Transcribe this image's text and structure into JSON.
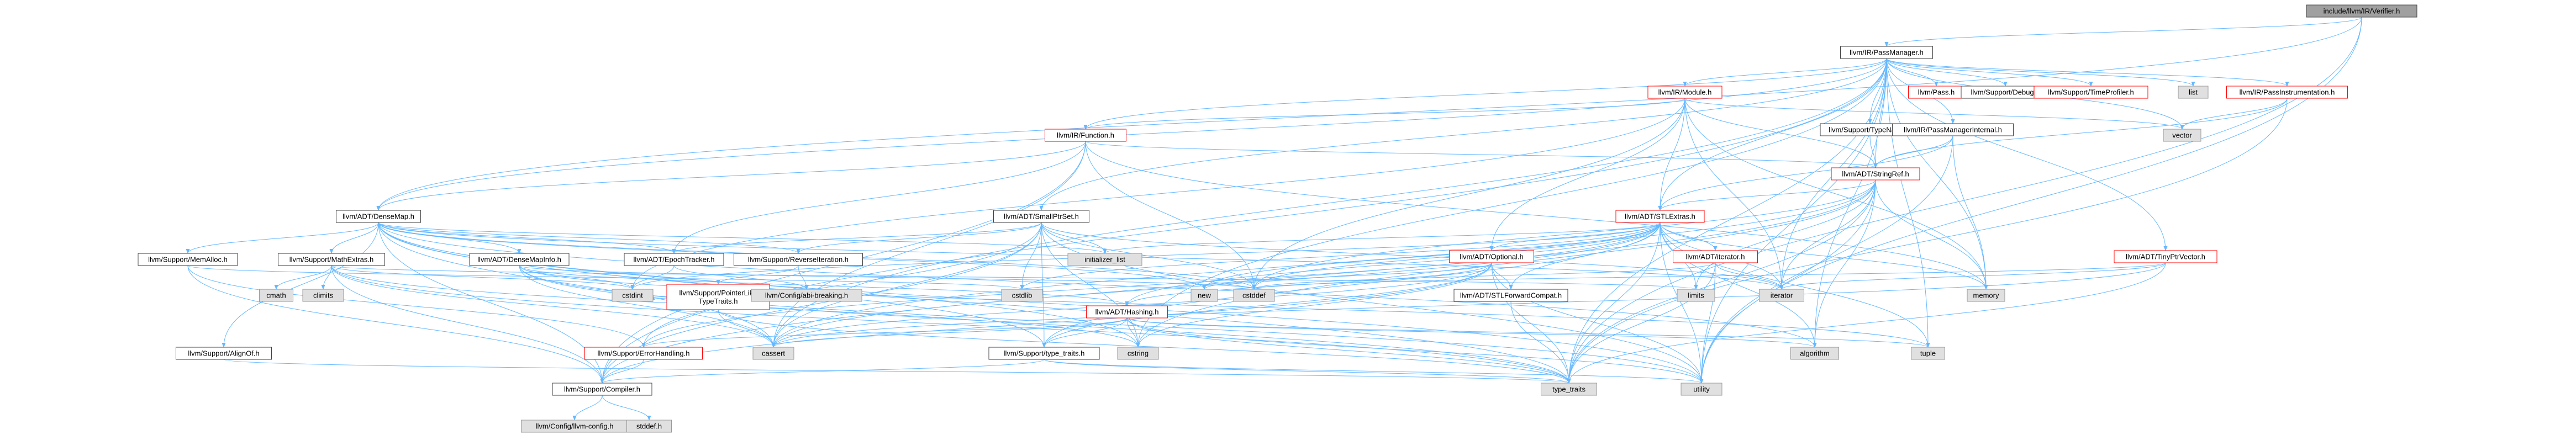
{
  "graph": {
    "nodes": [
      {
        "id": "verifier",
        "label": "include/llvm/IR/Verifier.h",
        "style": "root"
      },
      {
        "id": "passmanager",
        "label": "llvm/IR/PassManager.h",
        "style": "normal"
      },
      {
        "id": "densemap",
        "label": "llvm/ADT/DenseMap.h",
        "style": "normal"
      },
      {
        "id": "module",
        "label": "llvm/IR/Module.h",
        "style": "red"
      },
      {
        "id": "pass",
        "label": "llvm/Pass.h",
        "style": "red"
      },
      {
        "id": "debug",
        "label": "llvm/Support/Debug.h",
        "style": "normal"
      },
      {
        "id": "timeprofiler",
        "label": "llvm/Support/TimeProfiler.h",
        "style": "red"
      },
      {
        "id": "list",
        "label": "list",
        "style": "external"
      },
      {
        "id": "passinstr",
        "label": "llvm/IR/PassInstrumentation.h",
        "style": "red"
      },
      {
        "id": "function",
        "label": "llvm/IR/Function.h",
        "style": "red"
      },
      {
        "id": "vector",
        "label": "vector",
        "style": "external"
      },
      {
        "id": "typename",
        "label": "llvm/Support/TypeName.h",
        "style": "normal"
      },
      {
        "id": "pmi",
        "label": "llvm/IR/PassManagerInternal.h",
        "style": "normal"
      },
      {
        "id": "stringref",
        "label": "llvm/ADT/StringRef.h",
        "style": "red"
      },
      {
        "id": "smallptrset",
        "label": "llvm/ADT/SmallPtrSet.h",
        "style": "normal"
      },
      {
        "id": "stlextras",
        "label": "llvm/ADT/STLExtras.h",
        "style": "red"
      },
      {
        "id": "tinyptrvector",
        "label": "llvm/ADT/TinyPtrVector.h",
        "style": "red"
      },
      {
        "id": "optional",
        "label": "llvm/ADT/Optional.h",
        "style": "red"
      },
      {
        "id": "iterator_h",
        "label": "llvm/ADT/iterator.h",
        "style": "red"
      },
      {
        "id": "hashing",
        "label": "llvm/ADT/Hashing.h",
        "style": "red"
      },
      {
        "id": "memalloc",
        "label": "llvm/Support/MemAlloc.h",
        "style": "normal"
      },
      {
        "id": "mathextras",
        "label": "llvm/Support/MathExtras.h",
        "style": "normal"
      },
      {
        "id": "densemapinfo",
        "label": "llvm/ADT/DenseMapInfo.h",
        "style": "normal"
      },
      {
        "id": "epoch",
        "label": "llvm/ADT/EpochTracker.h",
        "style": "normal"
      },
      {
        "id": "reverseiter",
        "label": "llvm/Support/ReverseIteration.h",
        "style": "normal"
      },
      {
        "id": "initlist",
        "label": "initializer_list",
        "style": "external"
      },
      {
        "id": "ptrlike",
        "label": "llvm/Support/PointerLike\nTypeTraits.h",
        "style": "red"
      },
      {
        "id": "abibreak",
        "label": "llvm/Config/abi-breaking.h",
        "style": "external"
      },
      {
        "id": "cmath",
        "label": "cmath",
        "style": "external"
      },
      {
        "id": "climits",
        "label": "climits",
        "style": "external"
      },
      {
        "id": "cstdint",
        "label": "cstdint",
        "style": "external"
      },
      {
        "id": "cstdlib",
        "label": "cstdlib",
        "style": "external"
      },
      {
        "id": "new",
        "label": "new",
        "style": "external"
      },
      {
        "id": "cstddef",
        "label": "cstddef",
        "style": "external"
      },
      {
        "id": "limits",
        "label": "limits",
        "style": "external"
      },
      {
        "id": "stlfwd",
        "label": "llvm/ADT/STLForwardCompat.h",
        "style": "normal"
      },
      {
        "id": "iterator",
        "label": "iterator",
        "style": "external"
      },
      {
        "id": "memory",
        "label": "memory",
        "style": "external"
      },
      {
        "id": "alignof",
        "label": "llvm/Support/AlignOf.h",
        "style": "normal"
      },
      {
        "id": "errorhandling",
        "label": "llvm/Support/ErrorHandling.h",
        "style": "red"
      },
      {
        "id": "cassert",
        "label": "cassert",
        "style": "external"
      },
      {
        "id": "typetraits_llvm",
        "label": "llvm/Support/type_traits.h",
        "style": "normal"
      },
      {
        "id": "cstring",
        "label": "cstring",
        "style": "external"
      },
      {
        "id": "algorithm",
        "label": "algorithm",
        "style": "external"
      },
      {
        "id": "tuple",
        "label": "tuple",
        "style": "external"
      },
      {
        "id": "compiler",
        "label": "llvm/Support/Compiler.h",
        "style": "normal"
      },
      {
        "id": "type_traits",
        "label": "type_traits",
        "style": "external"
      },
      {
        "id": "utility",
        "label": "utility",
        "style": "external"
      },
      {
        "id": "llvmconfig",
        "label": "llvm/Config/llvm-config.h",
        "style": "external"
      },
      {
        "id": "stddef",
        "label": "stddef.h",
        "style": "external"
      }
    ],
    "edges": [
      [
        "verifier",
        "passmanager"
      ],
      [
        "verifier",
        "densemap"
      ],
      [
        "verifier",
        "type_traits"
      ],
      [
        "verifier",
        "utility"
      ],
      [
        "passmanager",
        "module"
      ],
      [
        "passmanager",
        "pass"
      ],
      [
        "passmanager",
        "debug"
      ],
      [
        "passmanager",
        "timeprofiler"
      ],
      [
        "passmanager",
        "list"
      ],
      [
        "passmanager",
        "passinstr"
      ],
      [
        "passmanager",
        "function"
      ],
      [
        "passmanager",
        "vector"
      ],
      [
        "passmanager",
        "typename"
      ],
      [
        "passmanager",
        "pmi"
      ],
      [
        "passmanager",
        "stringref"
      ],
      [
        "passmanager",
        "smallptrset"
      ],
      [
        "passmanager",
        "stlextras"
      ],
      [
        "passmanager",
        "densemap"
      ],
      [
        "passmanager",
        "tinyptrvector"
      ],
      [
        "passmanager",
        "memory"
      ],
      [
        "passmanager",
        "iterator"
      ],
      [
        "passmanager",
        "cstring"
      ],
      [
        "passmanager",
        "tuple"
      ],
      [
        "passmanager",
        "algorithm"
      ],
      [
        "passmanager",
        "compiler"
      ],
      [
        "passmanager",
        "type_traits"
      ],
      [
        "passmanager",
        "utility"
      ],
      [
        "passmanager",
        "cassert"
      ],
      [
        "module",
        "function"
      ],
      [
        "module",
        "stringref"
      ],
      [
        "module",
        "stlextras"
      ],
      [
        "module",
        "optional"
      ],
      [
        "module",
        "vector"
      ],
      [
        "module",
        "memory"
      ],
      [
        "module",
        "cstddef"
      ],
      [
        "module",
        "iterator"
      ],
      [
        "module",
        "cstdint"
      ],
      [
        "function",
        "densemap"
      ],
      [
        "function",
        "stringref"
      ],
      [
        "function",
        "cstddef"
      ],
      [
        "function",
        "memory"
      ],
      [
        "function",
        "compiler"
      ],
      [
        "function",
        "cassert"
      ],
      [
        "function",
        "epoch"
      ],
      [
        "typename",
        "stringref"
      ],
      [
        "pmi",
        "stringref"
      ],
      [
        "pmi",
        "stlextras"
      ],
      [
        "pmi",
        "memory"
      ],
      [
        "pmi",
        "utility"
      ],
      [
        "passinstr",
        "vector"
      ],
      [
        "passinstr",
        "type_traits"
      ],
      [
        "passinstr",
        "stringref"
      ],
      [
        "stringref",
        "stlextras"
      ],
      [
        "stringref",
        "compiler"
      ],
      [
        "stringref",
        "type_traits"
      ],
      [
        "stringref",
        "utility"
      ],
      [
        "stringref",
        "algorithm"
      ],
      [
        "stringref",
        "cstddef"
      ],
      [
        "stringref",
        "cstring"
      ],
      [
        "stringref",
        "iterator"
      ],
      [
        "stringref",
        "limits"
      ],
      [
        "stringref",
        "memory"
      ],
      [
        "stringref",
        "cassert"
      ],
      [
        "smallptrset",
        "epoch"
      ],
      [
        "smallptrset",
        "reverseiter"
      ],
      [
        "smallptrset",
        "initlist"
      ],
      [
        "smallptrset",
        "cstdlib"
      ],
      [
        "smallptrset",
        "cstddef"
      ],
      [
        "smallptrset",
        "iterator"
      ],
      [
        "smallptrset",
        "utility"
      ],
      [
        "smallptrset",
        "errorhandling"
      ],
      [
        "smallptrset",
        "typetraits_llvm"
      ],
      [
        "smallptrset",
        "compiler"
      ],
      [
        "smallptrset",
        "cassert"
      ],
      [
        "smallptrset",
        "cstring"
      ],
      [
        "stlextras",
        "optional"
      ],
      [
        "stlextras",
        "iterator_h"
      ],
      [
        "stlextras",
        "hashing"
      ],
      [
        "stlextras",
        "stlfwd"
      ],
      [
        "stlextras",
        "initlist"
      ],
      [
        "stlextras",
        "iterator"
      ],
      [
        "stlextras",
        "memory"
      ],
      [
        "stlextras",
        "limits"
      ],
      [
        "stlextras",
        "tuple"
      ],
      [
        "stlextras",
        "utility"
      ],
      [
        "stlextras",
        "algorithm"
      ],
      [
        "stlextras",
        "cstddef"
      ],
      [
        "stlextras",
        "cstdint"
      ],
      [
        "stlextras",
        "cstdlib"
      ],
      [
        "stlextras",
        "cassert"
      ],
      [
        "stlextras",
        "type_traits"
      ],
      [
        "stlextras",
        "errorhandling"
      ],
      [
        "stlextras",
        "typetraits_llvm"
      ],
      [
        "stlextras",
        "new"
      ],
      [
        "tinyptrvector",
        "iterator"
      ],
      [
        "tinyptrvector",
        "cstddef"
      ],
      [
        "tinyptrvector",
        "cassert"
      ],
      [
        "tinyptrvector",
        "type_traits"
      ],
      [
        "optional",
        "hashing"
      ],
      [
        "optional",
        "stlfwd"
      ],
      [
        "optional",
        "new"
      ],
      [
        "optional",
        "utility"
      ],
      [
        "optional",
        "cassert"
      ],
      [
        "optional",
        "typetraits_llvm"
      ],
      [
        "optional",
        "compiler"
      ],
      [
        "optional",
        "cstring"
      ],
      [
        "optional",
        "type_traits"
      ],
      [
        "iterator_h",
        "iterator"
      ],
      [
        "iterator_h",
        "cstddef"
      ],
      [
        "iterator_h",
        "type_traits"
      ],
      [
        "iterator_h",
        "utility"
      ],
      [
        "hashing",
        "errorhandling"
      ],
      [
        "hashing",
        "typetraits_llvm"
      ],
      [
        "hashing",
        "algorithm"
      ],
      [
        "hashing",
        "cassert"
      ],
      [
        "hashing",
        "cstring"
      ],
      [
        "hashing",
        "tuple"
      ],
      [
        "hashing",
        "utility"
      ],
      [
        "hashing",
        "type_traits"
      ],
      [
        "densemap",
        "memalloc"
      ],
      [
        "densemap",
        "mathextras"
      ],
      [
        "densemap",
        "densemapinfo"
      ],
      [
        "densemap",
        "epoch"
      ],
      [
        "densemap",
        "reverseiter"
      ],
      [
        "densemap",
        "initlist"
      ],
      [
        "densemap",
        "alignof"
      ],
      [
        "densemap",
        "compiler"
      ],
      [
        "densemap",
        "typetraits_llvm"
      ],
      [
        "densemap",
        "algorithm"
      ],
      [
        "densemap",
        "cassert"
      ],
      [
        "densemap",
        "cstddef"
      ],
      [
        "densemap",
        "cstring"
      ],
      [
        "densemap",
        "iterator"
      ],
      [
        "densemap",
        "new"
      ],
      [
        "densemap",
        "type_traits"
      ],
      [
        "densemap",
        "utility"
      ],
      [
        "memalloc",
        "compiler"
      ],
      [
        "memalloc",
        "errorhandling"
      ],
      [
        "memalloc",
        "cstdlib"
      ],
      [
        "mathextras",
        "compiler"
      ],
      [
        "mathextras",
        "cmath"
      ],
      [
        "mathextras",
        "climits"
      ],
      [
        "mathextras",
        "cstdint"
      ],
      [
        "mathextras",
        "cassert"
      ],
      [
        "mathextras",
        "cstring"
      ],
      [
        "mathextras",
        "limits"
      ],
      [
        "mathextras",
        "type_traits"
      ],
      [
        "densemapinfo",
        "hashing"
      ],
      [
        "densemapinfo",
        "cassert"
      ],
      [
        "densemapinfo",
        "cstddef"
      ],
      [
        "densemapinfo",
        "cstdint"
      ],
      [
        "densemapinfo",
        "tuple"
      ],
      [
        "densemapinfo",
        "type_traits"
      ],
      [
        "densemapinfo",
        "utility"
      ],
      [
        "epoch",
        "abibreak"
      ],
      [
        "epoch",
        "cstdint"
      ],
      [
        "reverseiter",
        "ptrlike"
      ],
      [
        "reverseiter",
        "abibreak"
      ],
      [
        "ptrlike",
        "cassert"
      ],
      [
        "ptrlike",
        "cstdint"
      ],
      [
        "ptrlike",
        "type_traits"
      ],
      [
        "stlfwd",
        "type_traits"
      ],
      [
        "alignof",
        "type_traits"
      ],
      [
        "errorhandling",
        "compiler"
      ],
      [
        "typetraits_llvm",
        "compiler"
      ],
      [
        "typetraits_llvm",
        "type_traits"
      ],
      [
        "typetraits_llvm",
        "utility"
      ],
      [
        "compiler",
        "llvmconfig"
      ],
      [
        "compiler",
        "stddef"
      ]
    ]
  }
}
